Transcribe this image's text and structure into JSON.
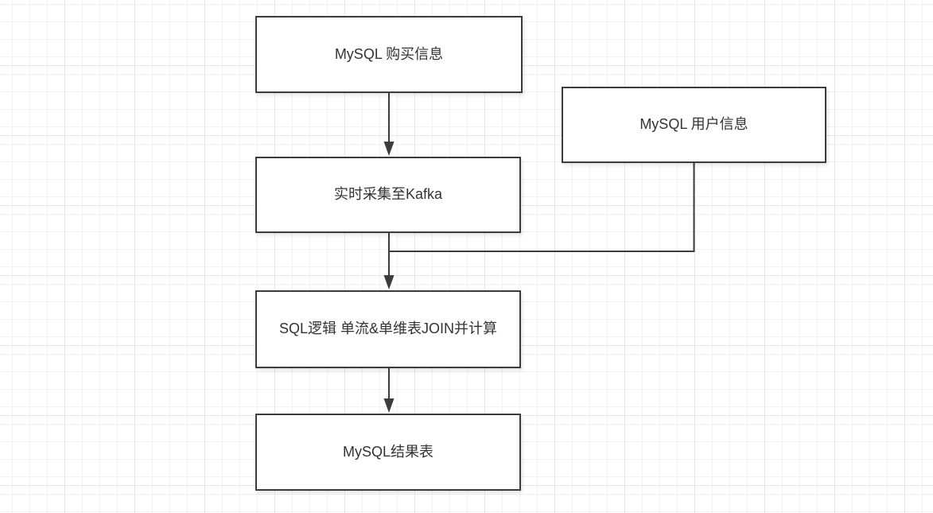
{
  "diagram": {
    "type": "flowchart",
    "nodes": [
      {
        "id": "mysql-purchase",
        "label": "MySQL 购买信息"
      },
      {
        "id": "mysql-user",
        "label": "MySQL 用户信息"
      },
      {
        "id": "kafka-collect",
        "label": "实时采集至Kafka"
      },
      {
        "id": "sql-join",
        "label": "SQL逻辑 单流&单维表JOIN并计算"
      },
      {
        "id": "mysql-result",
        "label": "MySQL结果表"
      }
    ],
    "edges": [
      {
        "from": "mysql-purchase",
        "to": "kafka-collect",
        "arrow": true
      },
      {
        "from": "kafka-collect",
        "to": "sql-join",
        "arrow": true
      },
      {
        "from": "mysql-user",
        "to": "sql-join",
        "arrow": false,
        "note": "merges into main vertical connector"
      },
      {
        "from": "sql-join",
        "to": "mysql-result",
        "arrow": true
      }
    ],
    "colors": {
      "node_border": "#3c3c3c",
      "node_fill": "#ffffff",
      "text": "#333333",
      "connector": "#3c3c3c",
      "grid_minor": "#f2f2f2",
      "grid_major": "#e6e6e6",
      "background": "#ffffff"
    }
  }
}
